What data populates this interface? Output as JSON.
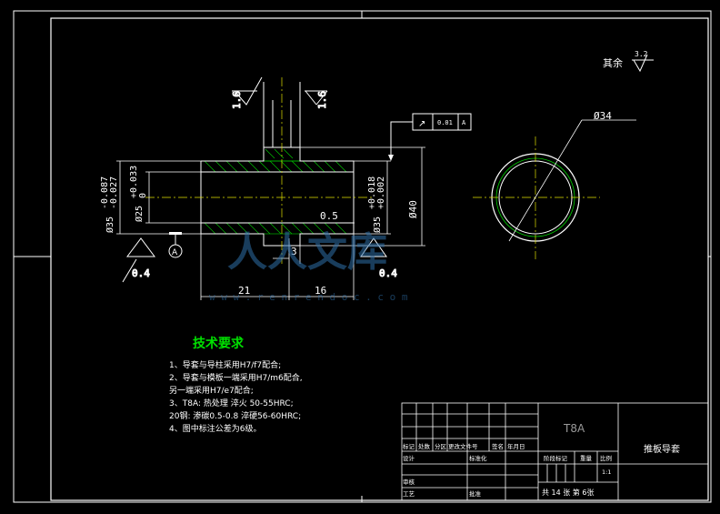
{
  "roughness": {
    "note_prefix": "其余",
    "general_value": "3.2",
    "top_left_value": "1.6",
    "top_right_value": "1.6",
    "left_base_value": "0.4",
    "right_base_value": "0.4"
  },
  "tolerance_frame": {
    "symbol": "↗",
    "value": "0.01",
    "datum": "A"
  },
  "datum_label": "A",
  "dimensions": {
    "outer_diameter": "Ø35",
    "outer_upper": "-0.087",
    "outer_lower": "-0.027",
    "bore_diameter": "Ø25",
    "bore_upper": "+0.033",
    "bore_lower": "0",
    "fit_diameter": "Ø35",
    "fit_upper": "+0.018",
    "fit_lower": "+0.002",
    "flange_diameter": "Ø40",
    "groove_depth": "0.5",
    "groove_width": "3",
    "length_left": "21",
    "length_right": "16",
    "end_view_diameter": "Ø34"
  },
  "tech_requirements": {
    "title": "技术要求",
    "lines": [
      "1、导套与导柱采用H7/f7配合;",
      "2、导套与模板一端采用H7/m6配合,",
      "   另一端采用H7/e7配合;",
      "3、T8A: 热处理 淬火 50-55HRC;",
      "   20钢: 渗碳0.5-0.8  淬硬56-60HRC;",
      "4、图中标注公差为6级。"
    ]
  },
  "watermark": {
    "text": "人人文库",
    "url": "w w w . r e n r e n d o c . c o m"
  },
  "title_block": {
    "material": "T8A",
    "part_name": "推板导套",
    "header_cells": [
      "标记",
      "处数",
      "分区",
      "更改文件号",
      "签名",
      "年月日"
    ],
    "row_design": "设计",
    "row_standard": "标准化",
    "row_check": "审核",
    "row_process": "工艺",
    "row_approve": "批准",
    "stage_mark": "阶段标记",
    "weight": "重量",
    "scale": "比例",
    "scale_value": "1:1",
    "sheets": "共 14  张  第  6张"
  }
}
